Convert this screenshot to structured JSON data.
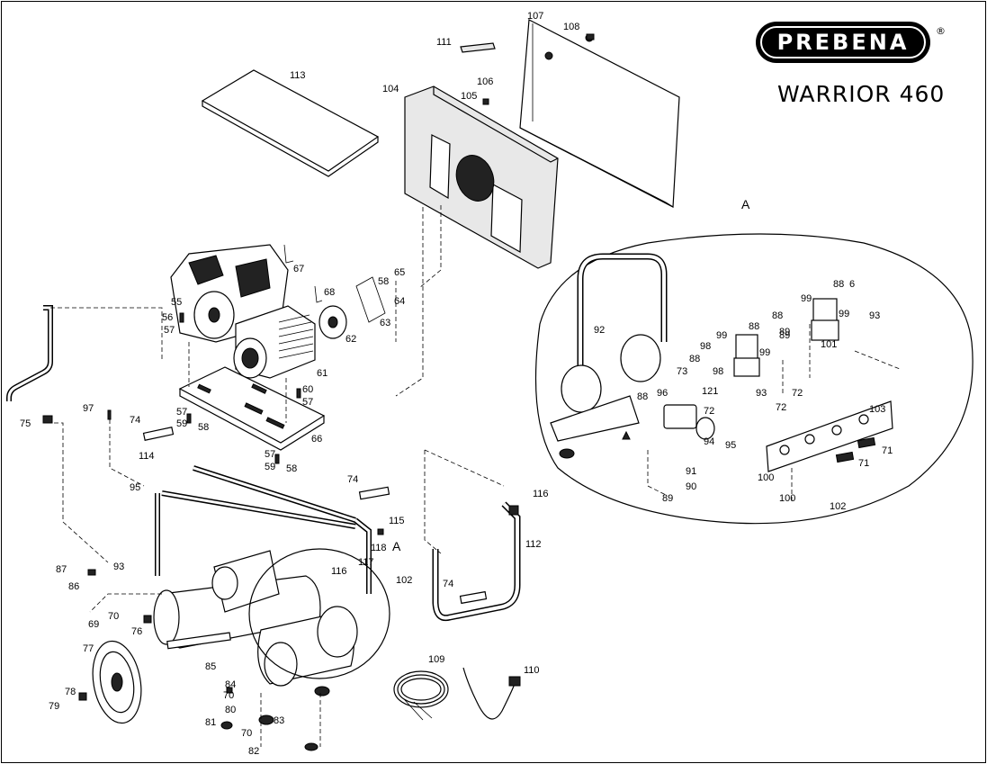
{
  "brand": {
    "logo_text": "PREBENA",
    "registered_mark": "®",
    "model": "WARRIOR 460"
  },
  "detail_marker": "A",
  "part_labels": [
    {
      "id": "lbl-107",
      "text": "107"
    },
    {
      "id": "lbl-108",
      "text": "108"
    },
    {
      "id": "lbl-111",
      "text": "111"
    },
    {
      "id": "lbl-113",
      "text": "113"
    },
    {
      "id": "lbl-104",
      "text": "104"
    },
    {
      "id": "lbl-106",
      "text": "106"
    },
    {
      "id": "lbl-105",
      "text": "105"
    },
    {
      "id": "lbl-67",
      "text": "67"
    },
    {
      "id": "lbl-68",
      "text": "68"
    },
    {
      "id": "lbl-58a",
      "text": "58"
    },
    {
      "id": "lbl-65",
      "text": "65"
    },
    {
      "id": "lbl-64",
      "text": "64"
    },
    {
      "id": "lbl-63",
      "text": "63"
    },
    {
      "id": "lbl-62",
      "text": "62"
    },
    {
      "id": "lbl-61",
      "text": "61"
    },
    {
      "id": "lbl-55",
      "text": "55"
    },
    {
      "id": "lbl-56",
      "text": "56"
    },
    {
      "id": "lbl-57a",
      "text": "57"
    },
    {
      "id": "lbl-60",
      "text": "60"
    },
    {
      "id": "lbl-57b",
      "text": "57"
    },
    {
      "id": "lbl-57c",
      "text": "57"
    },
    {
      "id": "lbl-59a",
      "text": "59"
    },
    {
      "id": "lbl-58b",
      "text": "58"
    },
    {
      "id": "lbl-66",
      "text": "66"
    },
    {
      "id": "lbl-57d",
      "text": "57"
    },
    {
      "id": "lbl-59b",
      "text": "59"
    },
    {
      "id": "lbl-58c",
      "text": "58"
    },
    {
      "id": "lbl-75",
      "text": "75"
    },
    {
      "id": "lbl-97",
      "text": "97"
    },
    {
      "id": "lbl-74a",
      "text": "74"
    },
    {
      "id": "lbl-114",
      "text": "114"
    },
    {
      "id": "lbl-95",
      "text": "95"
    },
    {
      "id": "lbl-74b",
      "text": "74"
    },
    {
      "id": "lbl-115",
      "text": "115"
    },
    {
      "id": "lbl-118",
      "text": "118"
    },
    {
      "id": "lbl-117",
      "text": "117"
    },
    {
      "id": "lbl-116a",
      "text": "116"
    },
    {
      "id": "lbl-102a",
      "text": "102"
    },
    {
      "id": "lbl-87",
      "text": "87"
    },
    {
      "id": "lbl-93a",
      "text": "93"
    },
    {
      "id": "lbl-86",
      "text": "86"
    },
    {
      "id": "lbl-70a",
      "text": "70"
    },
    {
      "id": "lbl-69",
      "text": "69"
    },
    {
      "id": "lbl-76",
      "text": "76"
    },
    {
      "id": "lbl-77",
      "text": "77"
    },
    {
      "id": "lbl-85",
      "text": "85"
    },
    {
      "id": "lbl-78",
      "text": "78"
    },
    {
      "id": "lbl-79",
      "text": "79"
    },
    {
      "id": "lbl-84",
      "text": "84"
    },
    {
      "id": "lbl-70b",
      "text": "70"
    },
    {
      "id": "lbl-80",
      "text": "80"
    },
    {
      "id": "lbl-81",
      "text": "81"
    },
    {
      "id": "lbl-83",
      "text": "83"
    },
    {
      "id": "lbl-70c",
      "text": "70"
    },
    {
      "id": "lbl-82",
      "text": "82"
    },
    {
      "id": "lbl-109",
      "text": "109"
    },
    {
      "id": "lbl-110",
      "text": "110"
    },
    {
      "id": "lbl-116b",
      "text": "116"
    },
    {
      "id": "lbl-112",
      "text": "112"
    },
    {
      "id": "lbl-74c",
      "text": "74"
    },
    {
      "id": "lbl-92",
      "text": "92"
    },
    {
      "id": "lbl-99a",
      "text": "99"
    },
    {
      "id": "lbl-88a",
      "text": "88"
    },
    {
      "id": "lbl-98a",
      "text": "98"
    },
    {
      "id": "lbl-88b",
      "text": "88"
    },
    {
      "id": "lbl-89a",
      "text": "89"
    },
    {
      "id": "lbl-99b",
      "text": "99"
    },
    {
      "id": "lbl-88c",
      "text": "88"
    },
    {
      "id": "lbl-98b",
      "text": "98"
    },
    {
      "id": "lbl-73",
      "text": "73"
    },
    {
      "id": "lbl-121",
      "text": "121"
    },
    {
      "id": "lbl-96",
      "text": "96"
    },
    {
      "id": "lbl-88d",
      "text": "88"
    },
    {
      "id": "lbl-72a",
      "text": "72"
    },
    {
      "id": "lbl-94",
      "text": "94"
    },
    {
      "id": "lbl-95b",
      "text": "95"
    },
    {
      "id": "lbl-93b",
      "text": "93"
    },
    {
      "id": "lbl-72b",
      "text": "72"
    },
    {
      "id": "lbl-72c",
      "text": "72"
    },
    {
      "id": "lbl-99c",
      "text": "99"
    },
    {
      "id": "lbl-88e",
      "text": "88"
    },
    {
      "id": "lbl-6",
      "text": "6"
    },
    {
      "id": "lbl-99d",
      "text": "99"
    },
    {
      "id": "lbl-93c",
      "text": "93"
    },
    {
      "id": "lbl-89b",
      "text": "89"
    },
    {
      "id": "lbl-101",
      "text": "101"
    },
    {
      "id": "lbl-103",
      "text": "103"
    },
    {
      "id": "lbl-71a",
      "text": "71"
    },
    {
      "id": "lbl-71b",
      "text": "71"
    },
    {
      "id": "lbl-100a",
      "text": "100"
    },
    {
      "id": "lbl-100b",
      "text": "100"
    },
    {
      "id": "lbl-102b",
      "text": "102"
    },
    {
      "id": "lbl-91",
      "text": "91"
    },
    {
      "id": "lbl-90",
      "text": "90"
    },
    {
      "id": "lbl-89c",
      "text": "89"
    }
  ],
  "detail_marker_inline": "A"
}
